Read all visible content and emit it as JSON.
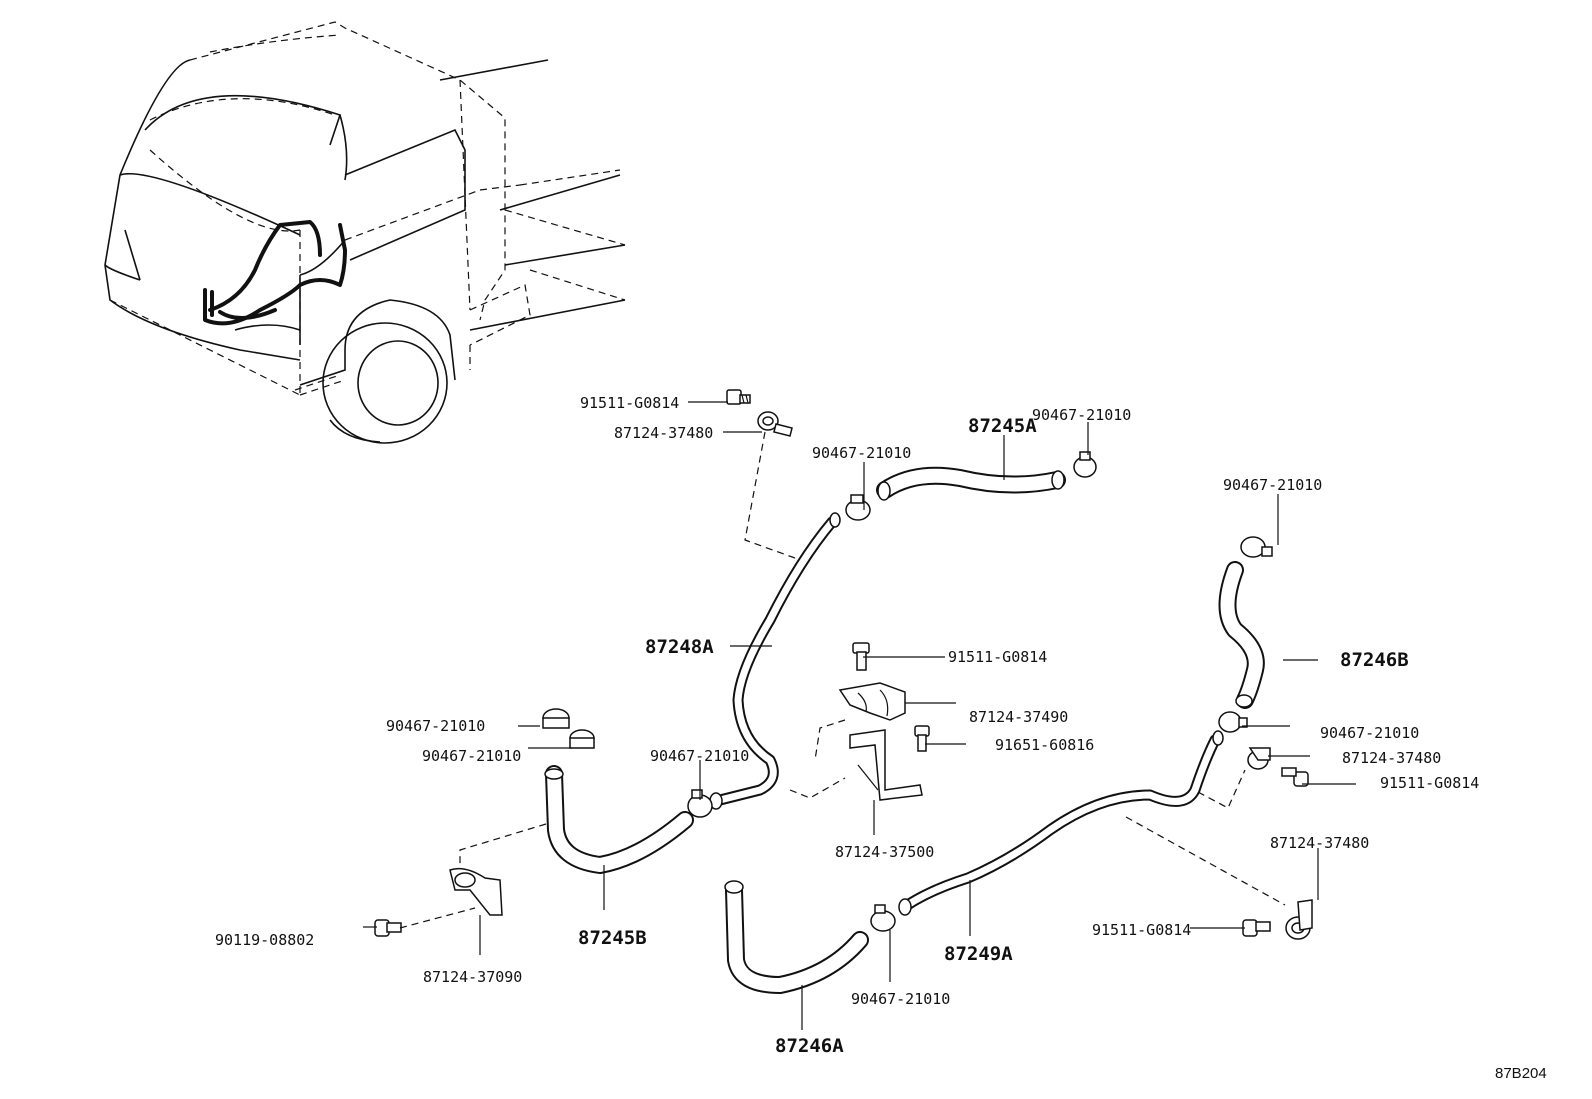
{
  "labels": {
    "l1": "91511-G0814",
    "l2": "87124-37480",
    "l3": "90467-21010",
    "l4": "87245A",
    "l5": "90467-21010",
    "l6": "90467-21010",
    "l7": "87248A",
    "l8": "91511-G0814",
    "l9": "87246B",
    "l10": "87124-37490",
    "l11": "90467-21010",
    "l12": "90467-21010",
    "l13": "90467-21010",
    "l14": "90467-21010",
    "l15": "91651-60816",
    "l16": "87124-37480",
    "l17": "91511-G0814",
    "l18": "87124-37500",
    "l19": "87124-37480",
    "l20": "90119-08802",
    "l21": "87245B",
    "l22": "87249A",
    "l23": "91511-G0814",
    "l24": "87124-37090",
    "l25": "90467-21010",
    "l26": "87246A"
  },
  "diagram_code": "87B204"
}
